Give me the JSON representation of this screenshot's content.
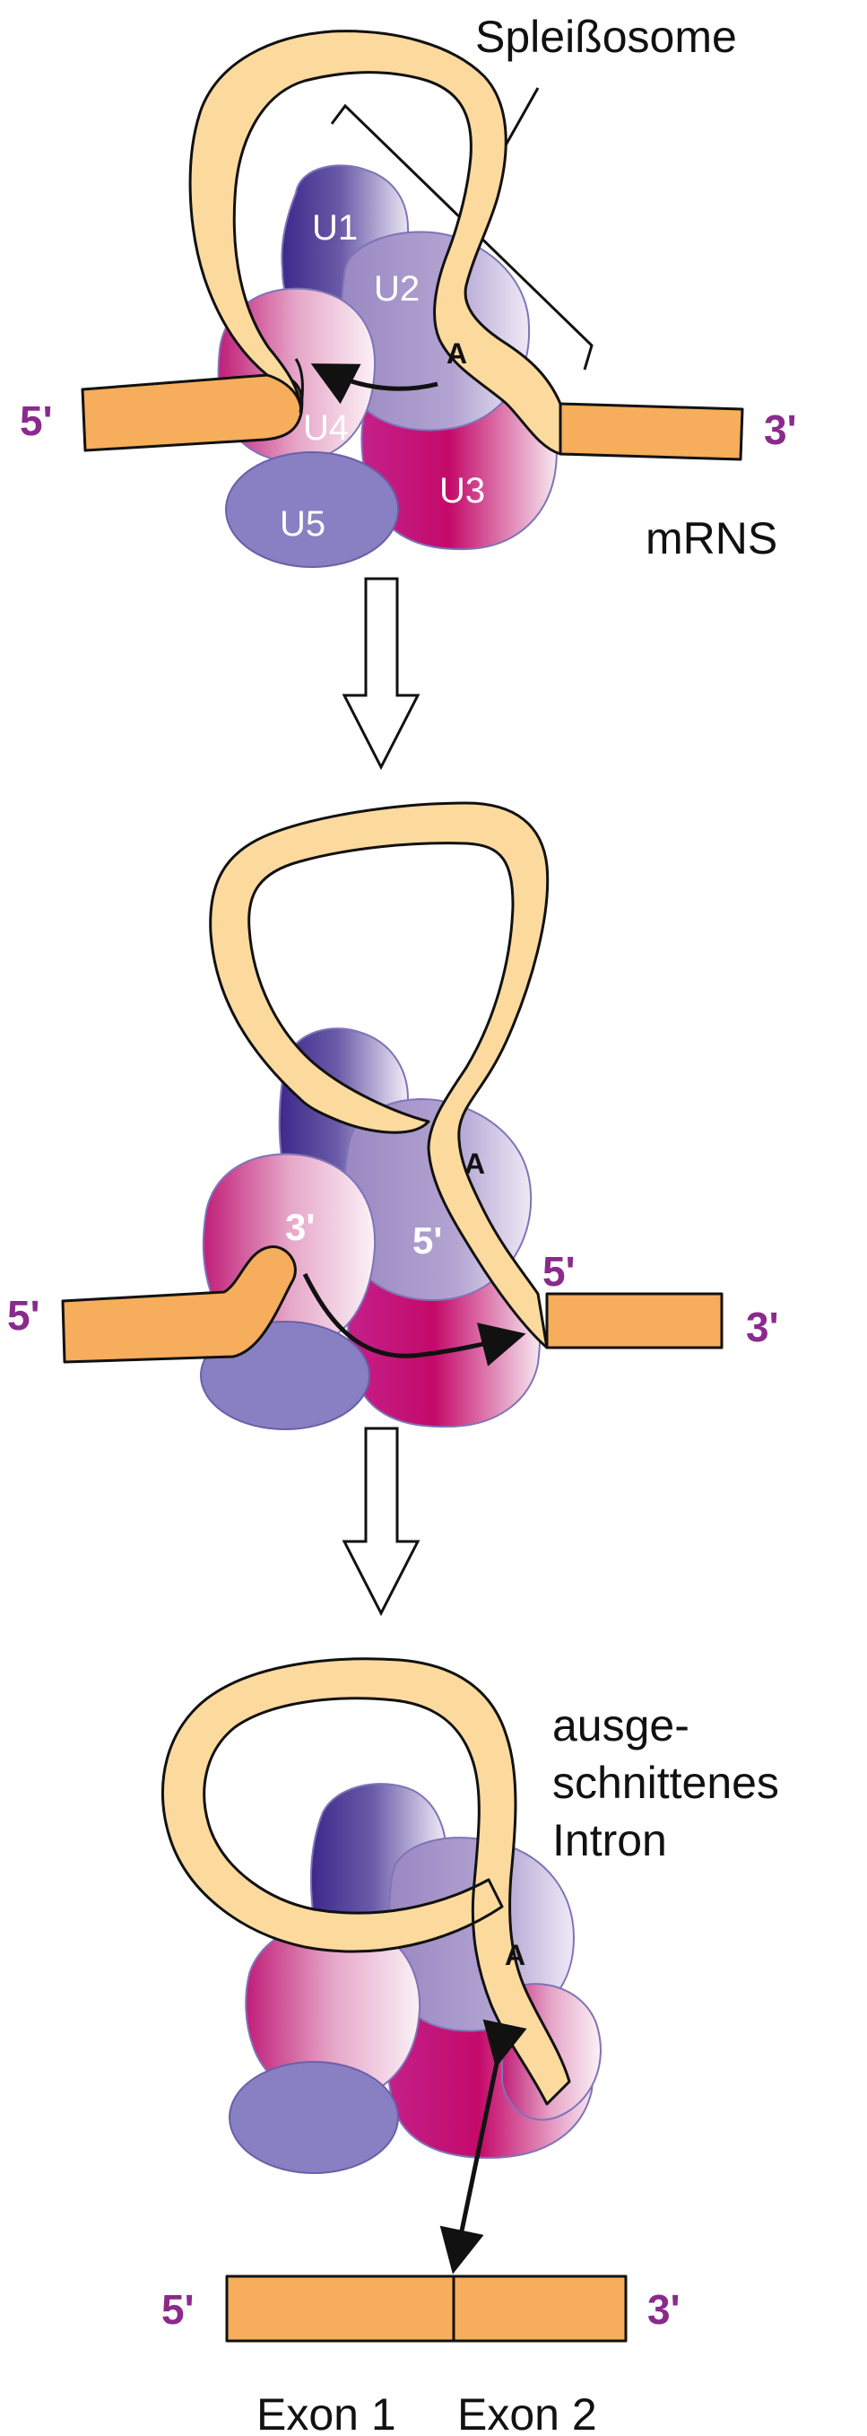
{
  "colors": {
    "prime_label": "#8A2A8C",
    "intron": "#FCDA9E",
    "exon": "#F6AD5C",
    "u5": "#8880C2"
  },
  "stage1": {
    "title": "Spleißosome",
    "subunits": [
      "U1",
      "U2",
      "U3",
      "U4",
      "U5"
    ],
    "branch_site": "A",
    "left_end": "5'",
    "right_end": "3'",
    "mrna_label": "mRNS"
  },
  "stage2": {
    "branch_site": "A",
    "left_end": "5'",
    "right_end": "3'",
    "inner_3": "3'",
    "inner_5": "5'",
    "right_exon_5": "5'"
  },
  "stage3": {
    "branch_site": "A",
    "intron_label": [
      "ausge-",
      "schnittenes",
      "Intron"
    ],
    "left_end": "5'",
    "right_end": "3'",
    "exon1": "Exon 1",
    "exon2": "Exon 2"
  }
}
